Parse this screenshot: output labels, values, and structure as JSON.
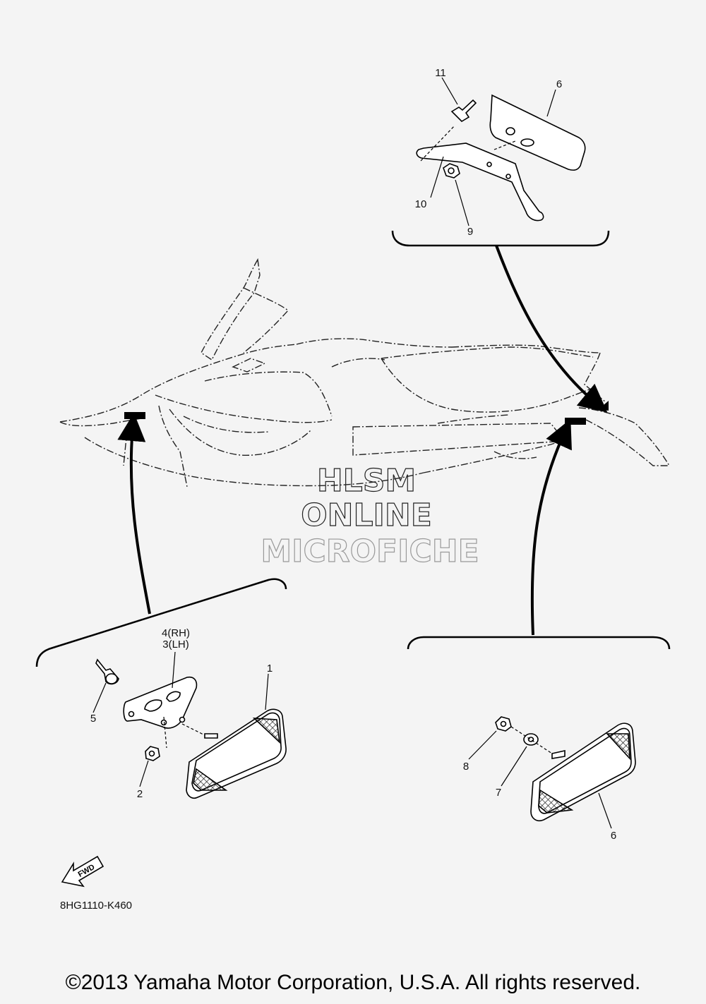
{
  "callouts": {
    "c1": "1",
    "c2": "2",
    "c3": "3(LH)",
    "c4": "4(RH)",
    "c5": "5",
    "c6a": "6",
    "c6b": "6",
    "c7": "7",
    "c8": "8",
    "c9": "9",
    "c10": "10",
    "c11": "11"
  },
  "watermark": {
    "line1": "HLSM",
    "line2": "ONLINE",
    "line3": "MICROFICHE"
  },
  "fwd_label": "FWD",
  "diagram_code": "8HG1110-K460",
  "copyright": "©2013 Yamaha Motor Corporation, U.S.A. All rights reserved."
}
